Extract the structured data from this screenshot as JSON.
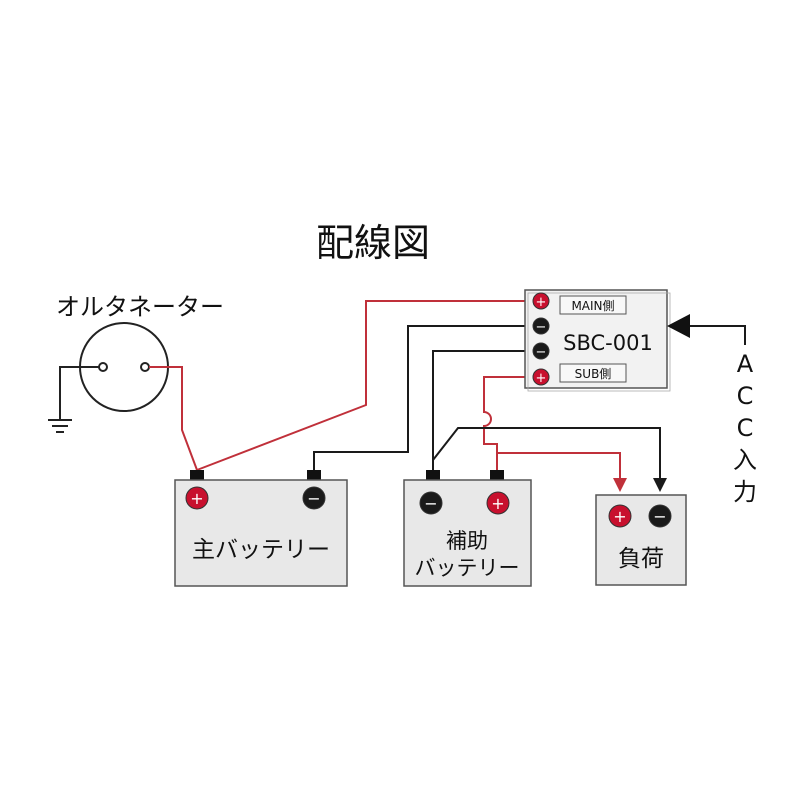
{
  "title": "配線図",
  "alternator": {
    "label": "オルタネーター"
  },
  "controller": {
    "model": "SBC-001",
    "main_label": "MAIN側",
    "sub_label": "SUB側",
    "terminals": [
      "+",
      "−",
      "−",
      "+"
    ]
  },
  "acc": {
    "label": [
      "A",
      "C",
      "C",
      "入",
      "力"
    ]
  },
  "main_battery": {
    "label": "主バッテリー",
    "plus": "+",
    "minus": "−"
  },
  "sub_battery": {
    "label_line1": "補助",
    "label_line2": "バッテリー",
    "plus": "+",
    "minus": "−"
  },
  "load": {
    "label": "負荷",
    "plus": "+",
    "minus": "−"
  },
  "colors": {
    "positive_wire": "#c0303a",
    "negative_wire": "#1a1a1a",
    "box_fill": "#e8e8e8",
    "box_stroke": "#555555",
    "terminal_plus": "#c8102e",
    "terminal_minus": "#1a1a1a"
  }
}
